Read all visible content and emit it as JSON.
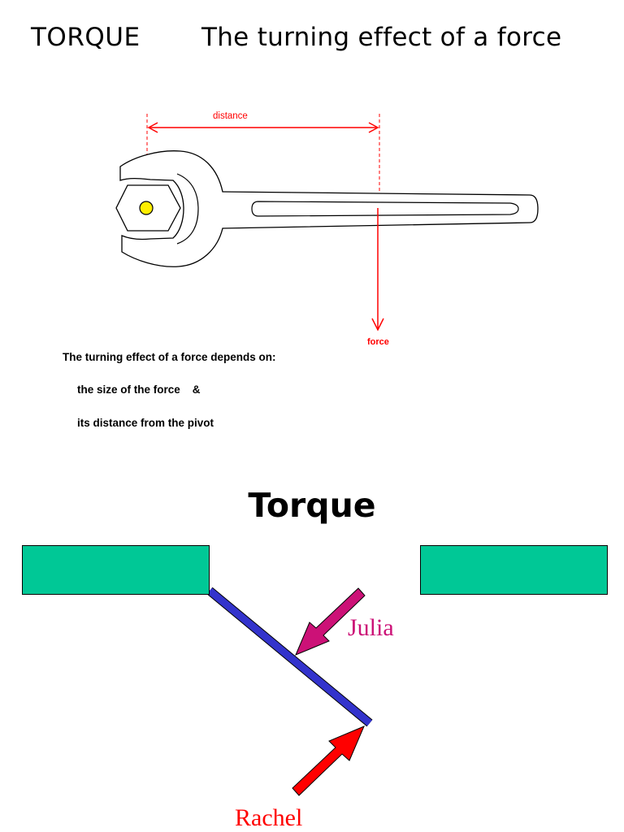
{
  "slide1": {
    "title_left": "TORQUE",
    "title_right": "The turning effect of a force",
    "diagram": {
      "distance_label": "distance",
      "force_label": "force",
      "colors": {
        "arrow": "#ff0000",
        "pivot": "#ffee00",
        "outline": "#000000"
      }
    },
    "text_heading": "The turning effect of a force depends on:",
    "text_point1": "the size of the force    &",
    "text_point2": "its distance from the pivot"
  },
  "slide2": {
    "title": "Torque",
    "julia_label": "Julia",
    "rachel_label": "Rachel",
    "colors": {
      "wall": "#00c896",
      "door": "#3333cc",
      "julia": "#cc1177",
      "rachel": "#ff0000"
    }
  }
}
